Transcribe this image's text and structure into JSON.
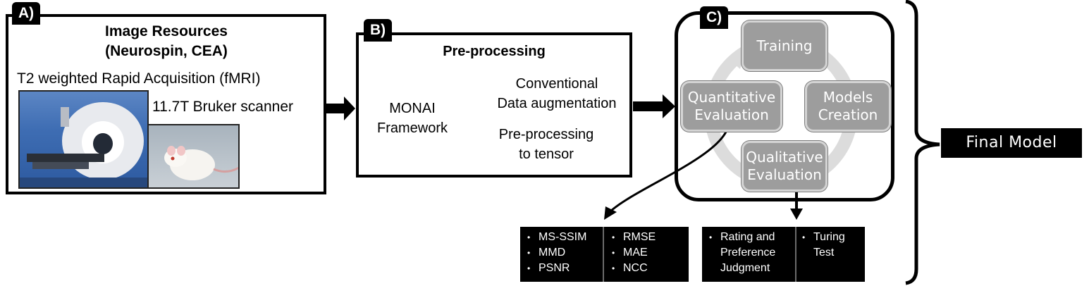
{
  "panel_a": {
    "tag": "A)",
    "title_line1": "Image Resources",
    "title_line2": "(Neurospin, CEA)",
    "subtitle": "T2 weighted Rapid Acquisition (fMRI)",
    "scanner_label": "11.7T Bruker scanner"
  },
  "panel_b": {
    "tag": "B)",
    "title": "Pre-processing",
    "framework_line1": "MONAI",
    "framework_line2": "Framework",
    "item1_line1": "Conventional",
    "item1_line2": "Data augmentation",
    "item2_line1": "Pre-processing",
    "item2_line2": "to tensor"
  },
  "panel_c": {
    "tag": "C)",
    "training": "Training",
    "models_line1": "Models",
    "models_line2": "Creation",
    "qualitative_line1": "Qualitative",
    "qualitative_line2": "Evaluation",
    "quantitative_line1": "Quantitative",
    "quantitative_line2": "Evaluation"
  },
  "quantitative_metrics": {
    "col1": [
      "MS-SSIM",
      "MMD",
      "PSNR"
    ],
    "col2": [
      "RMSE",
      "MAE",
      "NCC"
    ]
  },
  "qualitative_metrics": {
    "col1": [
      "Rating and",
      "Preference",
      "Judgment"
    ],
    "col2": [
      "Turing",
      "Test"
    ]
  },
  "final_model": "Final Model",
  "colors": {
    "step_fill": "#9d9d9d",
    "step_border": "#d4d4d4",
    "cycle_ring": "#dcdcdc",
    "label_bg": "#000000"
  }
}
